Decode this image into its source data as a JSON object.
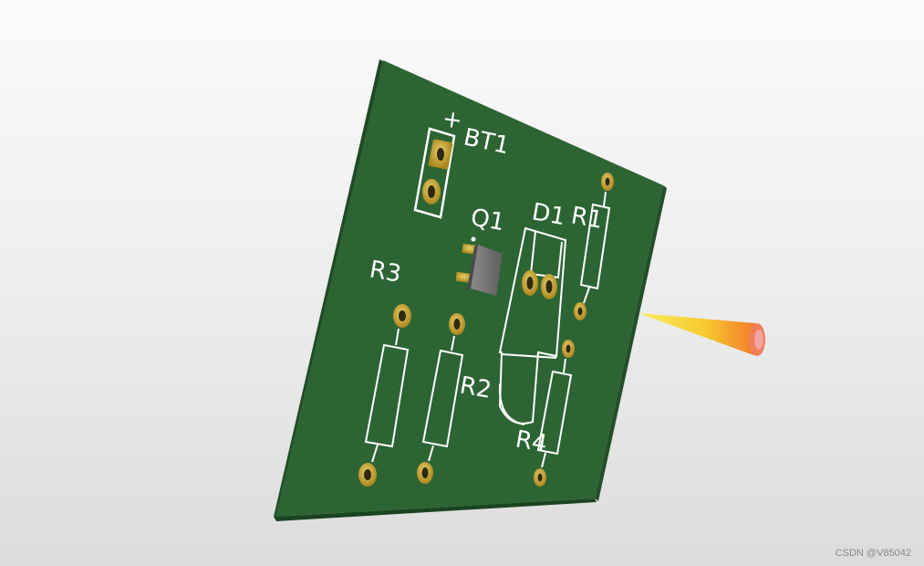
{
  "board": {
    "color": "#2d6434",
    "edge_color": "#1f4a25",
    "silkscreen_color": "#ffffff",
    "pad_color": "#c9a52b",
    "labels": {
      "bt1": "BT1",
      "bt1_polarity": "+",
      "q1": "Q1",
      "d1": "D1",
      "r1": "R1",
      "r2": "R2",
      "r3": "R3",
      "r4": "R4"
    }
  },
  "light_beam": {
    "color_start": "#f7e23a",
    "color_end": "#f57a2e",
    "icon": "light-beam-icon"
  },
  "watermark": "CSDN @V85042"
}
